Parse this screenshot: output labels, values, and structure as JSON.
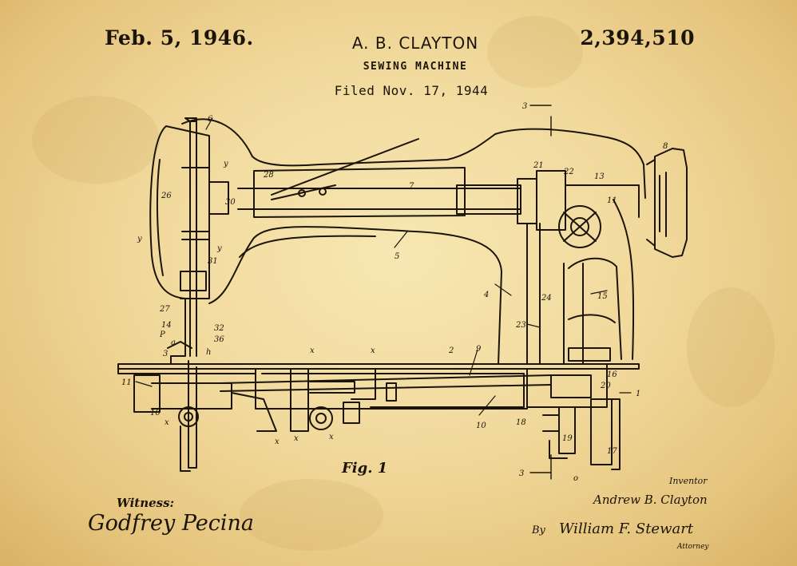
{
  "header": {
    "date": "Feb. 5, 1946.",
    "inventor": "A. B. CLAYTON",
    "patent_number": "2,394,510",
    "title": "SEWING MACHINE",
    "filed": "Filed Nov. 17, 1944"
  },
  "figure": {
    "label": "Fig. 1",
    "section_marker": "3",
    "section_marker_bottom": "3",
    "ref_labels": {
      "l1": "6",
      "l2": "y",
      "l3": "28",
      "l4": "26",
      "l5": "30",
      "l6": "y",
      "l7": "y",
      "l8": "31",
      "l9": "27",
      "l10": "14",
      "l11": "P",
      "l12": "a",
      "l13": "32",
      "l14": "36",
      "l15": "3",
      "l16": "h",
      "l17": "11",
      "l18": "10",
      "l19": "x",
      "l20": "x",
      "l21": "x",
      "l22": "x",
      "l23": "x",
      "l24": "x",
      "l25": "8",
      "l26": "21",
      "l27": "22",
      "l28": "13",
      "l29": "11",
      "l30": "7",
      "l31": "5",
      "l32": "4",
      "l33": "24",
      "l34": "15",
      "l35": "23",
      "l36": "2",
      "l37": "9",
      "l38": "16",
      "l39": "20",
      "l40": "1",
      "l41": "10",
      "l42": "18",
      "l43": "19",
      "l44": "o",
      "l45": "17"
    }
  },
  "signatures": {
    "witness_label": "Witness:",
    "witness_name": "Godfrey Pecina",
    "inventor_label": "Inventor",
    "inventor_name": "Andrew B. Clayton",
    "by_label": "By",
    "attorney_name": "William F. Stewart",
    "attorney_label": "Attorney"
  },
  "colors": {
    "paper": "#f1d99c",
    "ink": "#1b1408"
  }
}
